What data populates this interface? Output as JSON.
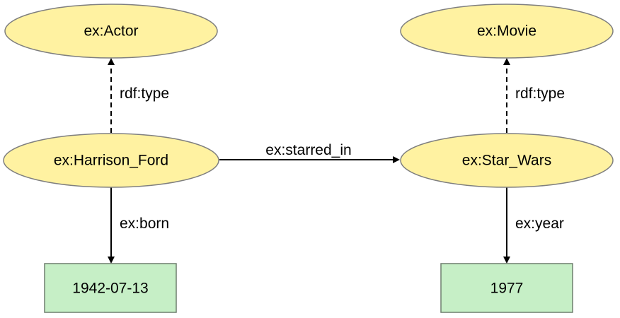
{
  "diagram": {
    "colors": {
      "resource_fill": "#fff2a1",
      "resource_stroke": "#7f7f7f",
      "literal_fill": "#c6efc6",
      "literal_stroke": "#6f7f6f",
      "edge": "#000000"
    },
    "nodes": {
      "actor": {
        "label": "ex:Actor",
        "kind": "resource"
      },
      "movie": {
        "label": "ex:Movie",
        "kind": "resource"
      },
      "harrison_ford": {
        "label": "ex:Harrison_Ford",
        "kind": "resource"
      },
      "star_wars": {
        "label": "ex:Star_Wars",
        "kind": "resource"
      },
      "born_date": {
        "label": "1942-07-13",
        "kind": "literal"
      },
      "year": {
        "label": "1977",
        "kind": "literal"
      }
    },
    "edges": {
      "ford_type": {
        "label": "rdf:type",
        "from": "harrison_ford",
        "to": "actor",
        "style": "dashed"
      },
      "starwars_type": {
        "label": "rdf:type",
        "from": "star_wars",
        "to": "movie",
        "style": "dashed"
      },
      "starred_in": {
        "label": "ex:starred_in",
        "from": "harrison_ford",
        "to": "star_wars",
        "style": "solid"
      },
      "born": {
        "label": "ex:born",
        "from": "harrison_ford",
        "to": "born_date",
        "style": "solid"
      },
      "year": {
        "label": "ex:year",
        "from": "star_wars",
        "to": "year",
        "style": "solid"
      }
    }
  }
}
